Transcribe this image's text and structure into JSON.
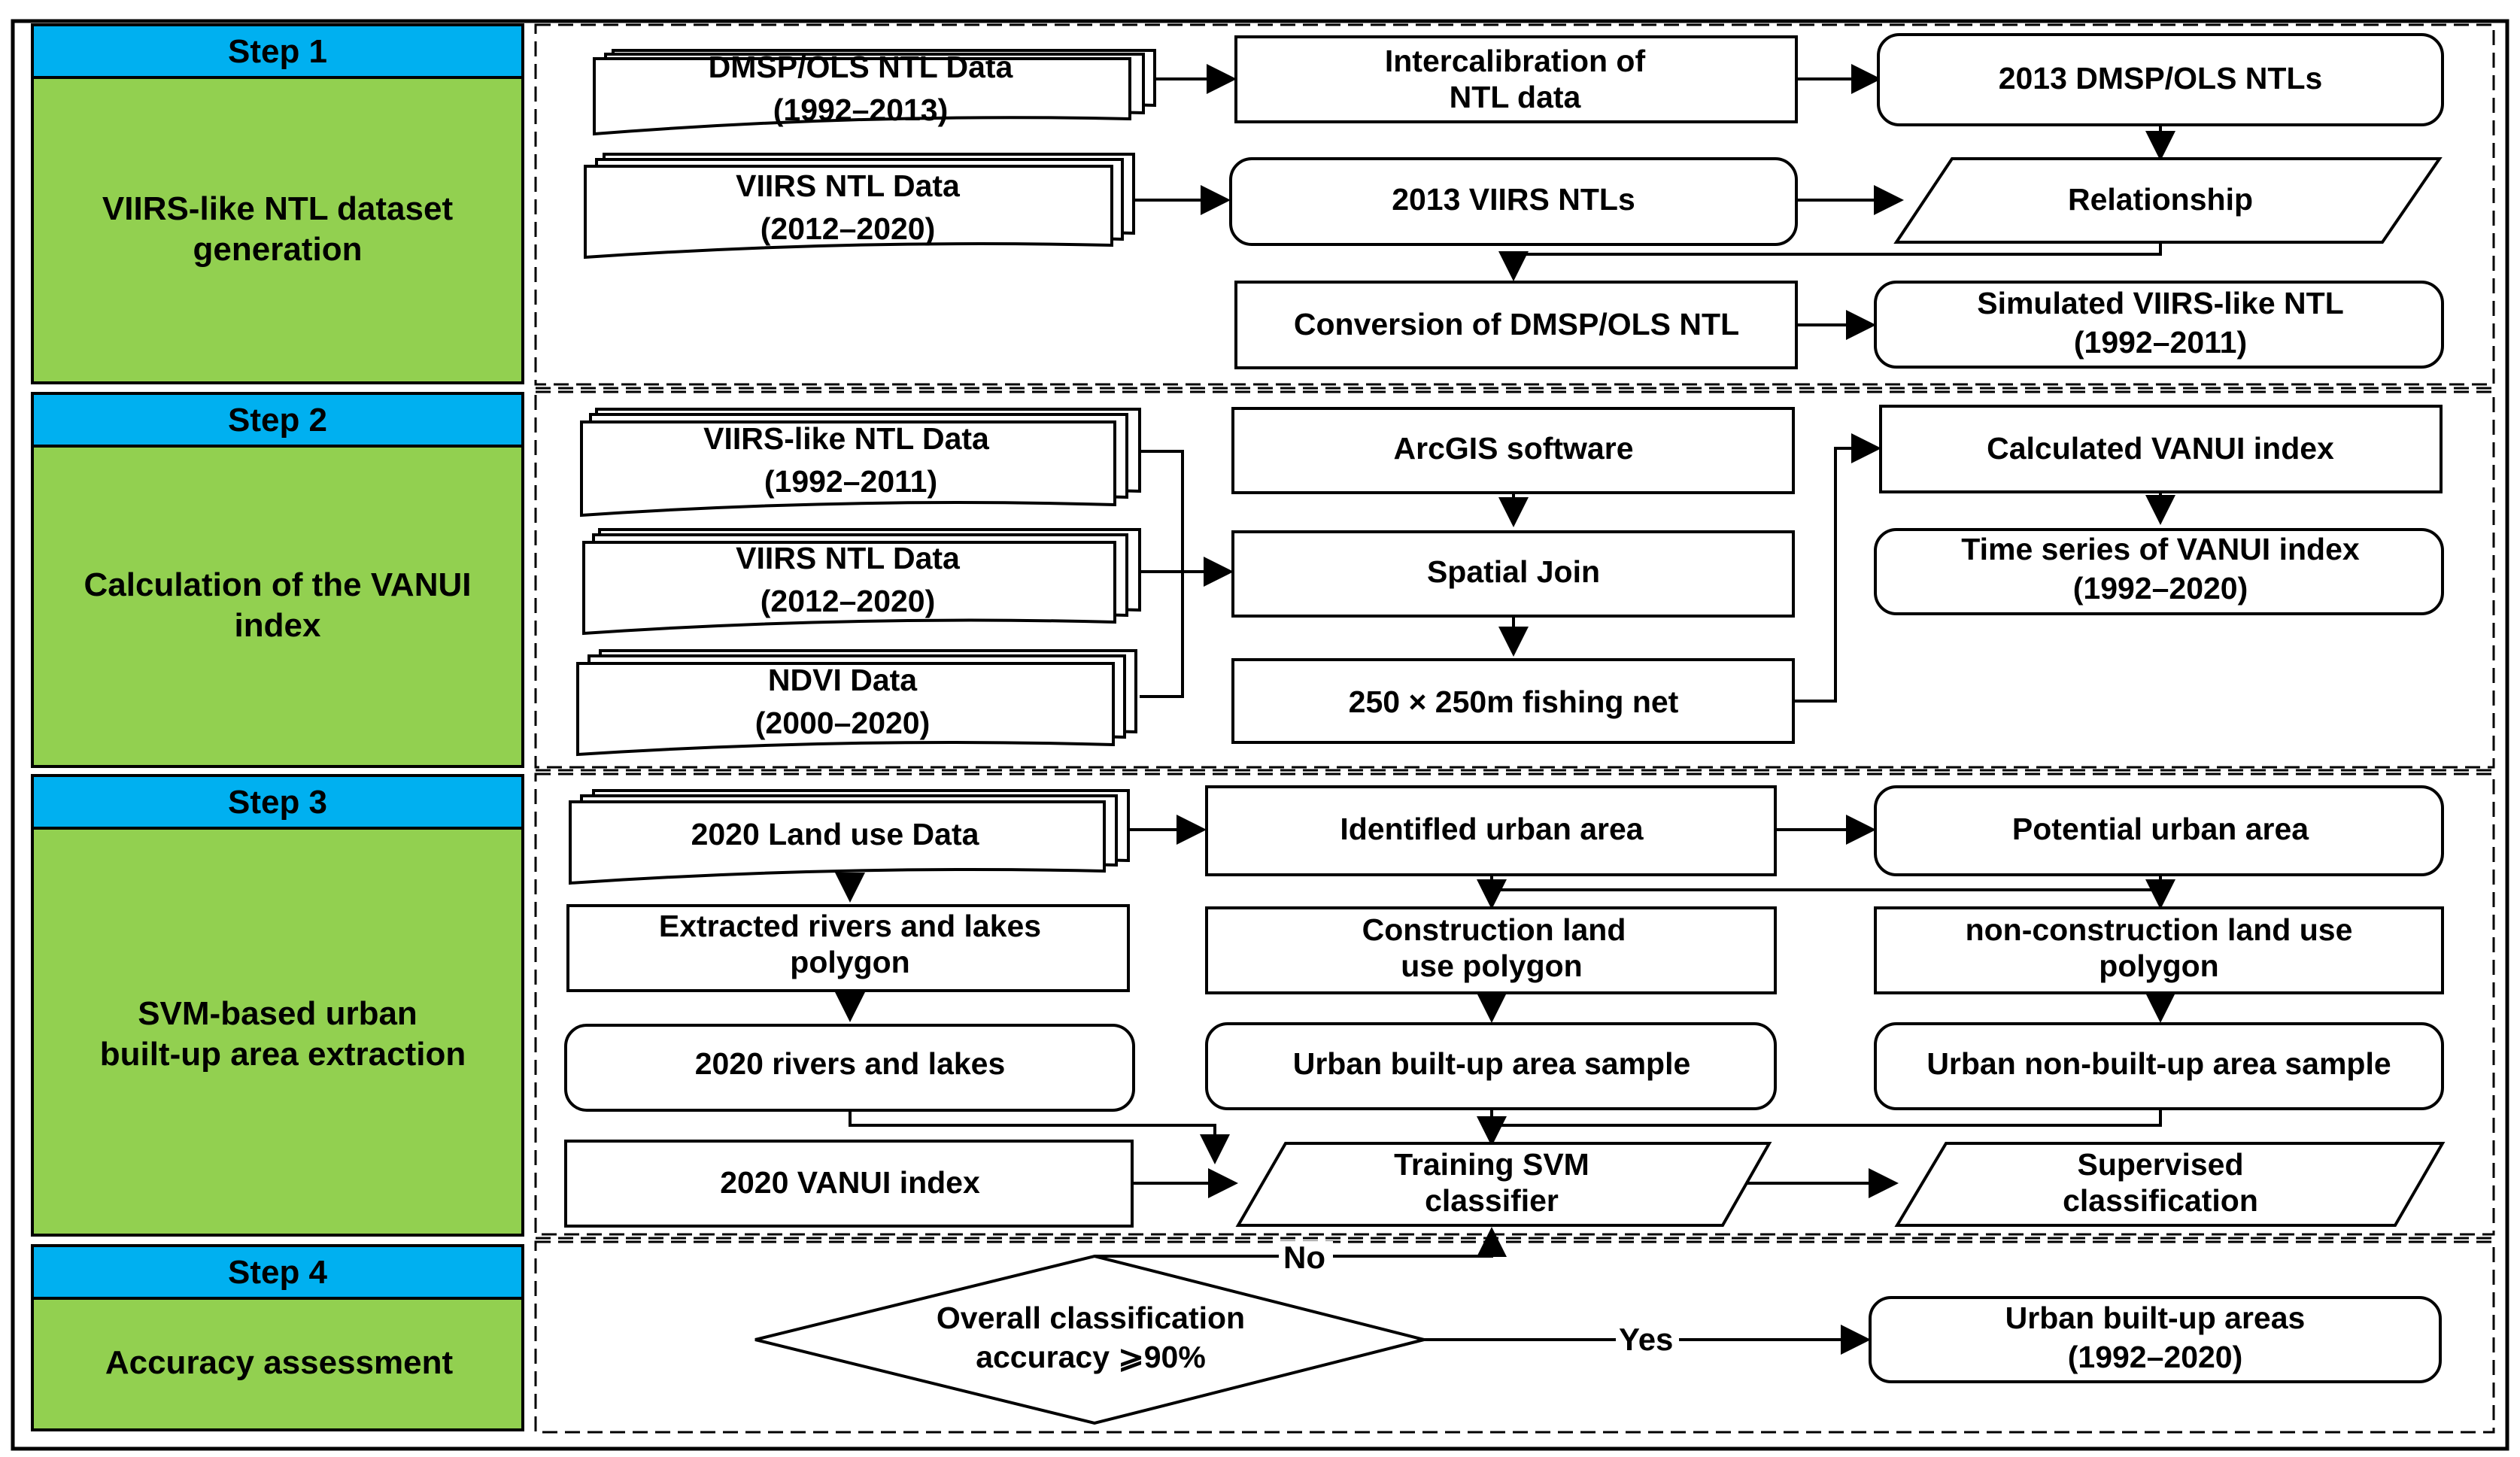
{
  "steps": [
    {
      "label": "Step 1",
      "title": [
        "VIIRS-like NTL dataset",
        "generation"
      ]
    },
    {
      "label": "Step 2",
      "title": [
        "Calculation of the VANUI",
        "index"
      ]
    },
    {
      "label": "Step 3",
      "title": [
        "SVM-based urban",
        "built-up area extraction"
      ]
    },
    {
      "label": "Step 4",
      "title": [
        "Accuracy assessment"
      ]
    }
  ],
  "nodes": {
    "dmsp_data": [
      "DMSP/OLS NTL Data",
      "(1992–2013)"
    ],
    "viirs_data_1": [
      "VIIRS NTL Data",
      "(2012–2020)"
    ],
    "intercalibration": [
      "Intercalibration of",
      "NTL data"
    ],
    "dmsp_2013": [
      "2013 DMSP/OLS NTLs"
    ],
    "viirs_2013": [
      "2013 VIIRS NTLs"
    ],
    "relationship": [
      "Relationship"
    ],
    "conversion": [
      "Conversion of  DMSP/OLS NTL"
    ],
    "simulated_viirs": [
      "Simulated VIIRS-like NTL",
      "(1992–2011)"
    ],
    "viirs_like_data": [
      "VIIRS-like NTL Data",
      "(1992–2011)"
    ],
    "viirs_data_2": [
      "VIIRS NTL Data",
      "(2012–2020)"
    ],
    "ndvi_data": [
      "NDVI Data",
      "(2000–2020)"
    ],
    "arcgis": [
      "ArcGIS software"
    ],
    "spatial_join": [
      "Spatial Join"
    ],
    "fishing_net": [
      "250 × 250m fishing net"
    ],
    "calculated_vanui": [
      "Calculated VANUI index"
    ],
    "vanui_series": [
      "Time series of VANUI index",
      "(1992–2020)"
    ],
    "land_use_2020": [
      "2020 Land use Data"
    ],
    "rivers_polygon": [
      "Extracted rivers and lakes",
      "polygon"
    ],
    "rivers_2020": [
      "2020 rivers and lakes"
    ],
    "vanui_2020": [
      "2020 VANUI index"
    ],
    "identified_urban": [
      "Identifled urban area"
    ],
    "potential_urban": [
      "Potential urban area"
    ],
    "construction_polygon": [
      "Construction land",
      "use polygon"
    ],
    "nonconstruction_polygon": [
      "non-construction land use",
      "polygon"
    ],
    "builtup_sample": [
      "Urban built-up area sample"
    ],
    "nonbuiltup_sample": [
      "Urban non-built-up area sample"
    ],
    "training_svm": [
      "Training SVM",
      "classifier"
    ],
    "supervised": [
      "Supervised",
      "classification"
    ],
    "accuracy": [
      "Overall classification",
      "accuracy ⩾90%"
    ],
    "urban_areas": [
      "Urban built-up areas",
      "(1992–2020)"
    ]
  },
  "edge_labels": {
    "no": "No",
    "yes": "Yes"
  },
  "colors": {
    "step_header": "#00b0f0",
    "step_body": "#92d050",
    "line": "#000000",
    "background": "#ffffff"
  }
}
